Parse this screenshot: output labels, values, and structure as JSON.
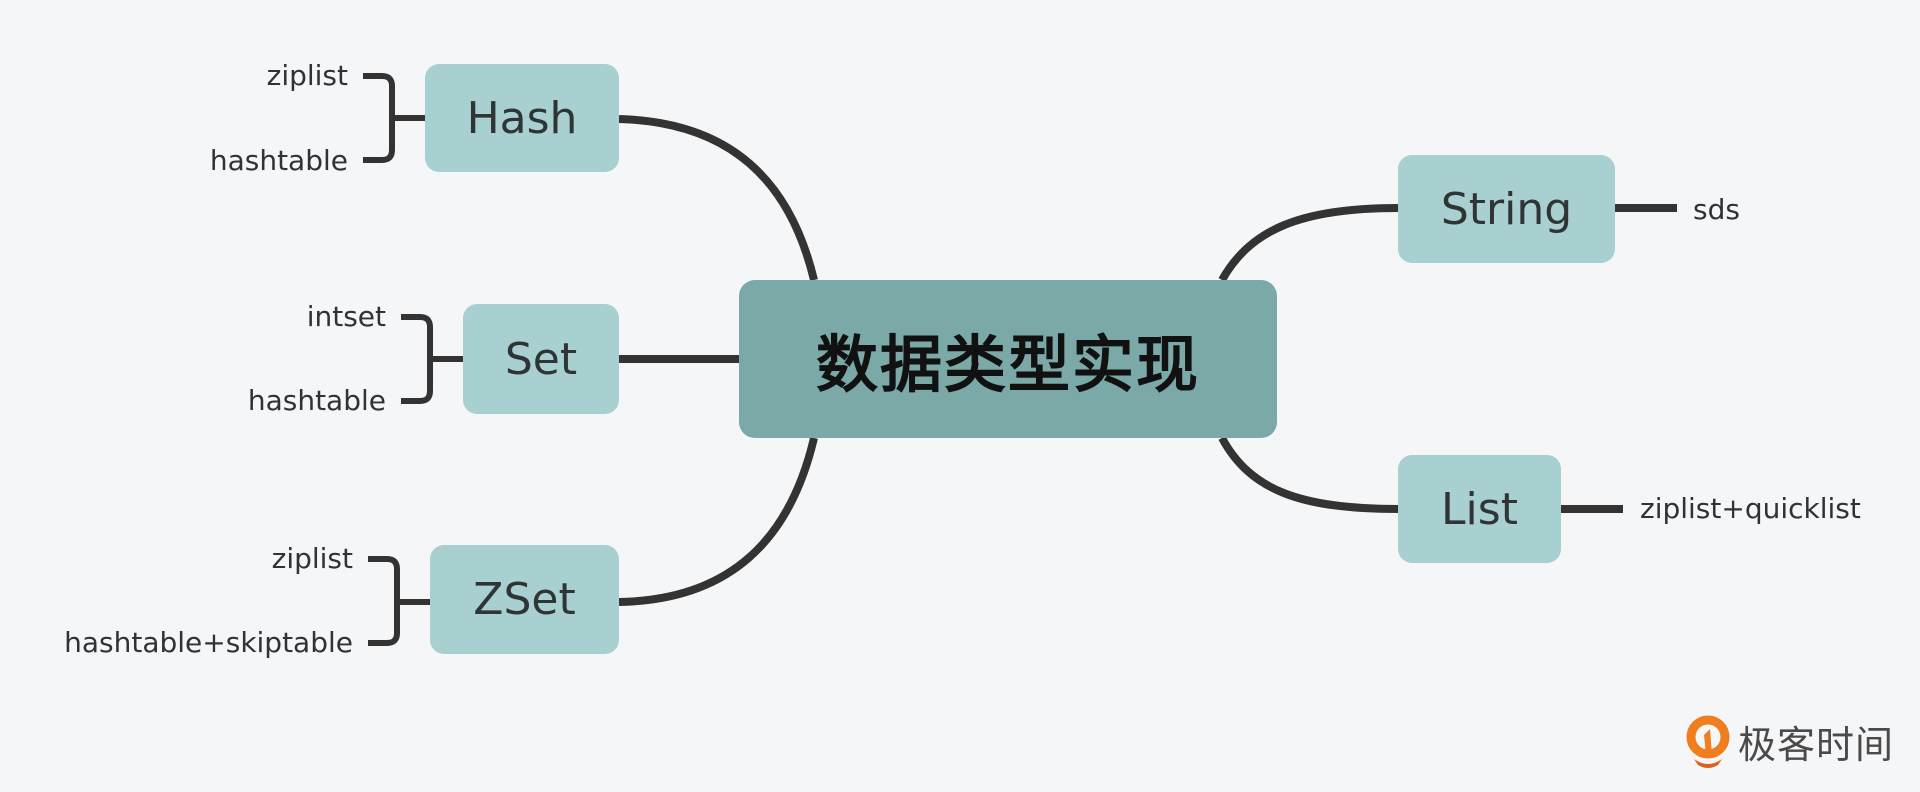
{
  "center": {
    "label": "数据类型实现"
  },
  "nodes": {
    "hash": {
      "label": "Hash",
      "children": [
        "ziplist",
        "hashtable"
      ]
    },
    "set": {
      "label": "Set",
      "children": [
        "intset",
        "hashtable"
      ]
    },
    "zset": {
      "label": "ZSet",
      "children": [
        "ziplist",
        "hashtable+skiptable"
      ]
    },
    "string": {
      "label": "String",
      "children": [
        "sds"
      ]
    },
    "list": {
      "label": "List",
      "children": [
        "ziplist+quicklist"
      ]
    }
  },
  "logo": {
    "text": "极客时间"
  },
  "colors": {
    "center": "#7aa9a8",
    "node": "#a9d0d1",
    "line": "#333333",
    "logo": "#f07d1e"
  }
}
